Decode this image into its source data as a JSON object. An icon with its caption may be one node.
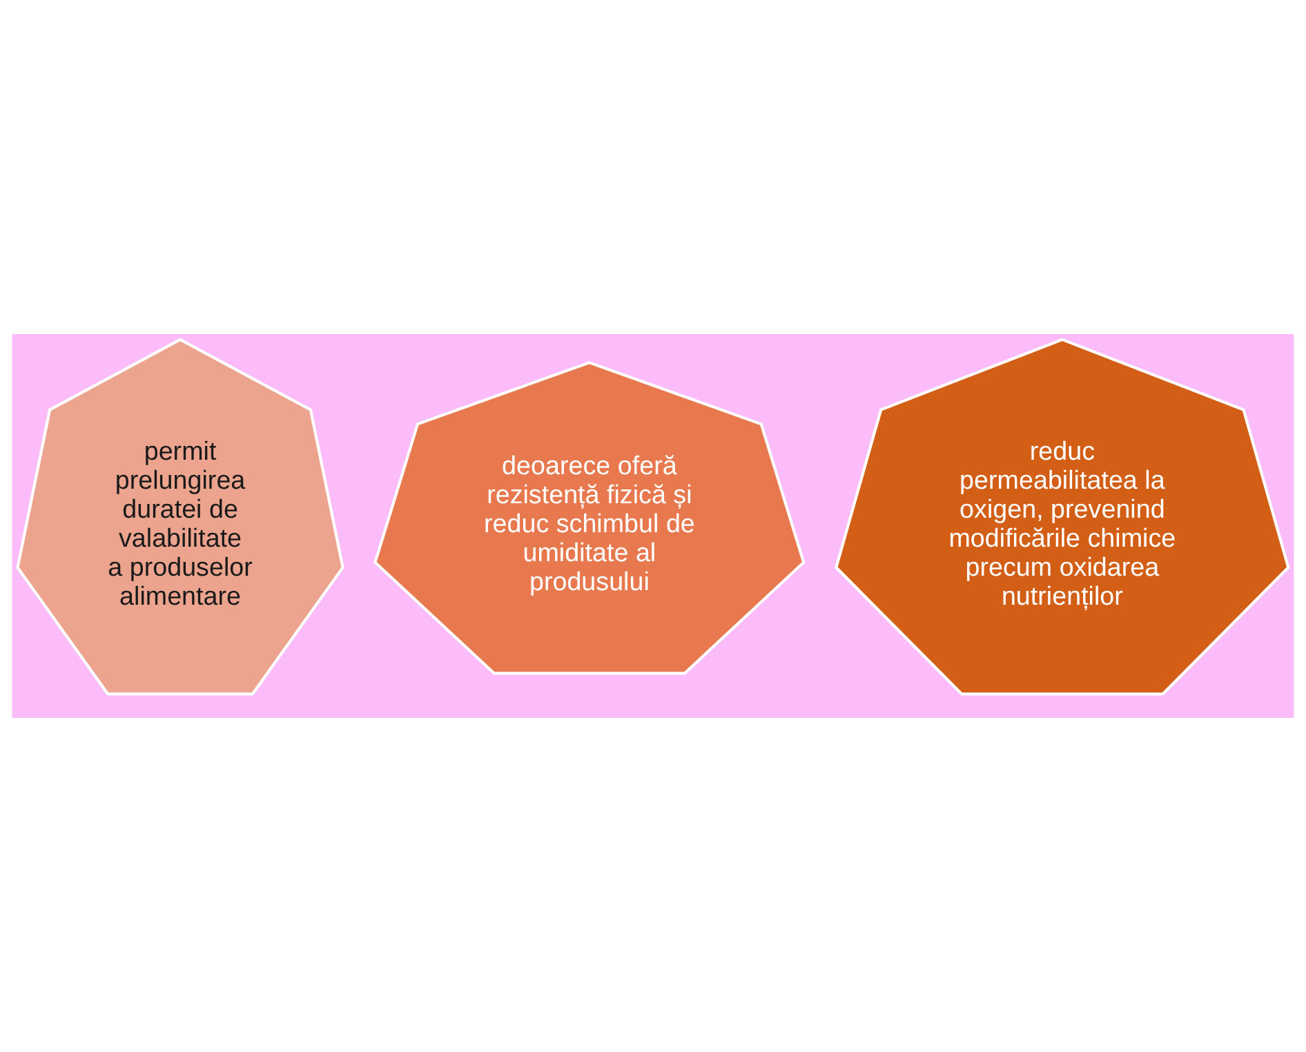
{
  "diagram": {
    "nodes": [
      {
        "text": [
          "permit prelungirea duratei de valabilitate a produselor alimentare"
        ]
      },
      {
        "text": [
          "deoarece oferă rezistență fizică și reduc schimbul de umiditate al produsului"
        ]
      },
      {
        "text": [
          "reduc permeabilitatea la oxigen, prevenind modificările chimice precum oxidarea nutrienților"
        ]
      }
    ]
  }
}
